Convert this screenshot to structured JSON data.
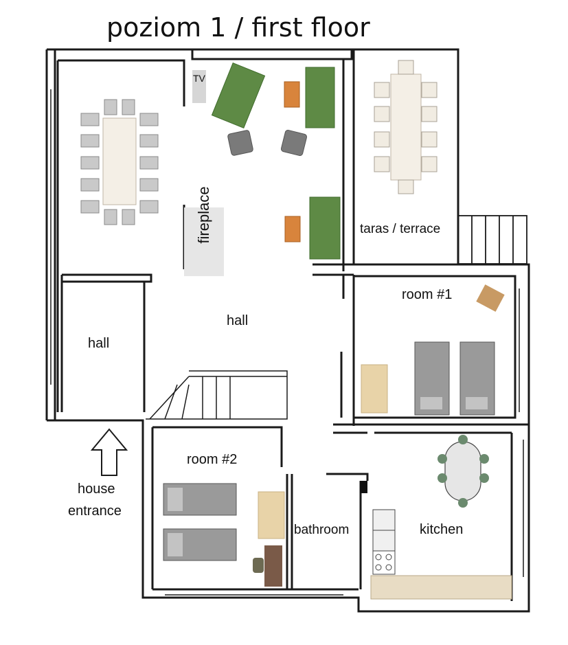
{
  "title": "poziom 1 / first floor",
  "labels": {
    "tv": "TV",
    "fireplace": "fireplace",
    "hall_main": "hall",
    "hall_entry": "hall",
    "terrace": "taras / terrace",
    "room1": "room #1",
    "room2": "room #2",
    "bathroom": "bathroom",
    "kitchen": "kitchen",
    "entrance_line1": "house",
    "entrance_line2": "entrance"
  },
  "colors": {
    "wall": "#1a1a1a",
    "sofa": "#5e8a45",
    "table": "#f4efe6",
    "chair": "#c9c9c9",
    "armchair": "#7a7a7a",
    "coffee_table": "#d8843c",
    "bed_blanket": "#9a9a9a",
    "desk": "#e8d3a8",
    "counter": "#e8dcc4",
    "tv": "#d6d6d6"
  }
}
